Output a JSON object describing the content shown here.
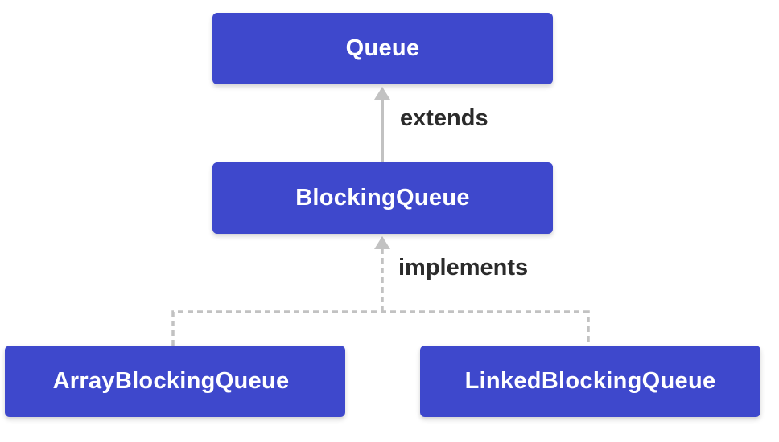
{
  "nodes": {
    "queue": "Queue",
    "blocking_queue": "BlockingQueue",
    "array_blocking_queue": "ArrayBlockingQueue",
    "linked_blocking_queue": "LinkedBlockingQueue"
  },
  "edges": {
    "extends_label": "extends",
    "implements_label": "implements"
  },
  "colors": {
    "node_fill": "#3e48cc",
    "node_text": "#ffffff",
    "edge": "#c2c2c2",
    "label_text": "#2b2b2b"
  }
}
